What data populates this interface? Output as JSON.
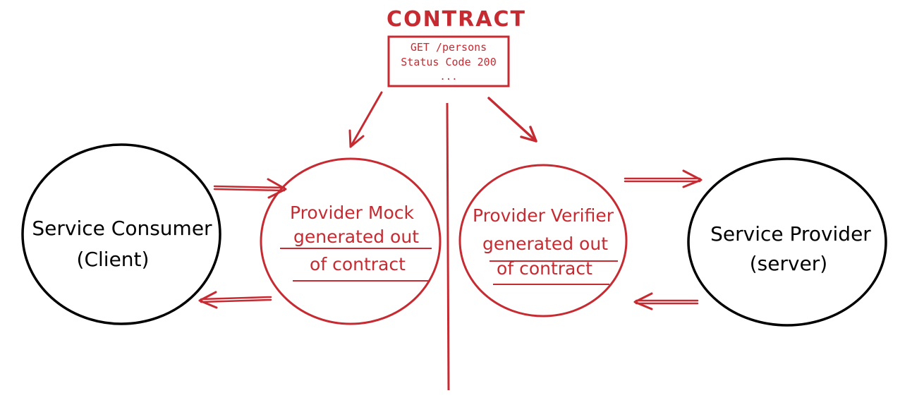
{
  "contract": {
    "title": "CONTRACT",
    "lines": [
      "GET /persons",
      "Status Code 200",
      "..."
    ]
  },
  "consumer": {
    "line1": "Service Consumer",
    "line2": "(Client)"
  },
  "mock": {
    "line1": "Provider Mock",
    "line2": "generated out",
    "line3": "of contract"
  },
  "verifier": {
    "line1": "Provider Verifier",
    "line2": "generated out",
    "line3": "of contract"
  },
  "provider": {
    "line1": "Service Provider",
    "line2": "(server)"
  },
  "colors": {
    "red": "#c62b32",
    "black": "#000000"
  }
}
